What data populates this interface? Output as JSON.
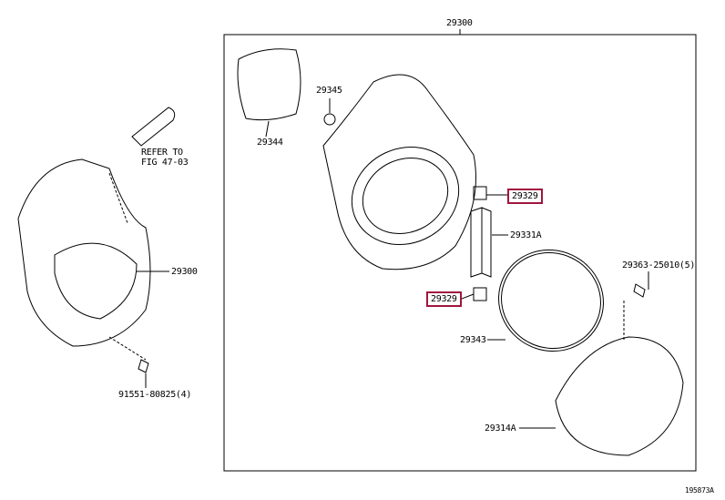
{
  "labels": {
    "assembly_top": "29300",
    "assembly_left": "29300",
    "gasket": "29344",
    "oring_small": "29345",
    "refer": "REFER TO",
    "refer_fig": "FIG 47-03",
    "bolt_left": "91551-80825(4)",
    "vane_upper": "29329",
    "vane_lower": "29329",
    "vane_rotor": "29331A",
    "bolt_right": "29363-25010(5)",
    "oring_large": "29343",
    "cover": "29314A",
    "diagram_id": "195873A"
  },
  "colors": {
    "highlight": "#a0163e"
  }
}
